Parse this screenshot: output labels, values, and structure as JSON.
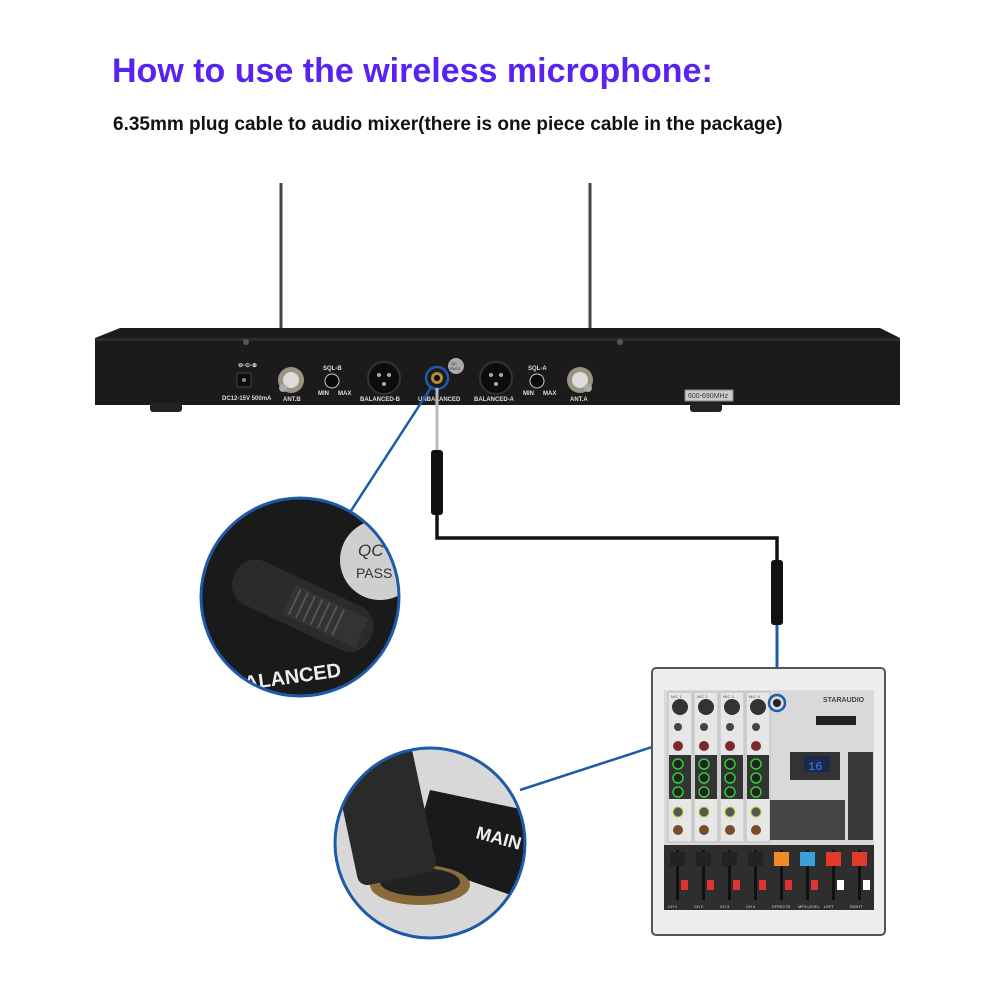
{
  "header": {
    "title": "How to use the wireless microphone:",
    "subtitle": "6.35mm plug cable to audio mixer(there is one piece cable in the package)"
  },
  "receiver": {
    "power_label": "DC12-15V 500mA",
    "ant_b": "ANT.B",
    "sql_b": "SQL-B",
    "min": "MIN",
    "max": "MAX",
    "balanced_b": "BALANCED-B",
    "unbalanced": "UNBALANCED",
    "qc": "QC",
    "pass": "PASS",
    "balanced_a": "BALANCED-A",
    "sql_a": "SQL-A",
    "ant_a": "ANT.A",
    "frequency": "600-690MHz"
  },
  "inset_receiver": {
    "qc": "QC",
    "pass": "PASS",
    "label": "ALANCED"
  },
  "inset_mixer": {
    "label": "MAIN"
  },
  "mixer": {
    "brand": "STARAUDIO",
    "display": "16",
    "mic_labels": [
      "MIC 1",
      "MIC 2",
      "MIC 3",
      "MIC 4"
    ],
    "channel_labels": [
      "CH 1",
      "CH 2",
      "CH 3",
      "CH 4",
      "EFFECTS",
      "MP3 LEVEL",
      "LEFT",
      "RIGHT"
    ]
  },
  "colors": {
    "title": "#5a22f0",
    "callout": "#1e5aa8",
    "receiver_body": "#1b1b1b"
  }
}
